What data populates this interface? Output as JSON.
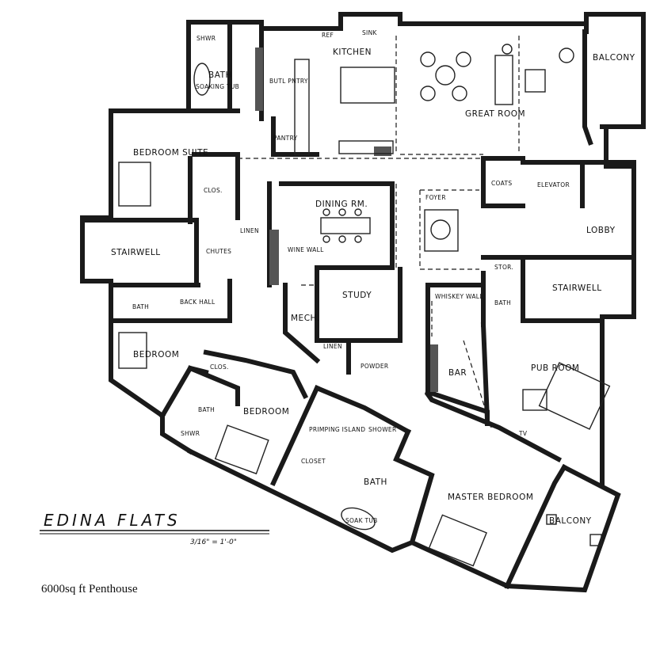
{
  "plan": {
    "title": "EDINA FLATS",
    "scale": "3/16\" = 1'-0\"",
    "caption": "6000sq ft Penthouse"
  },
  "rooms": {
    "shwr": "SHWR",
    "bath_top": "BATH",
    "soaking_tub": "SOAKING TUB",
    "ref": "REF",
    "sink": "SINK",
    "kitchen": "KITCHEN",
    "butl_pntry": "BUTL PNTRY",
    "pantry": "PANTRY",
    "great_room": "GREAT ROOM",
    "balcony_top": "BALCONY",
    "bedroom_suite": "BEDROOM SUITE",
    "clos_suite": "CLOS.",
    "coats": "COATS",
    "elevator": "ELEVATOR",
    "dining_rm": "DINING RM.",
    "foyer": "FOYER",
    "lobby": "LOBBY",
    "stairwell_left": "STAIRWELL",
    "chutes": "CHUTES",
    "linen_upper": "LINEN",
    "wine_wall": "WINE WALL",
    "stor": "STOR.",
    "stairwell_right": "STAIRWELL",
    "bath_left": "BATH",
    "back_hall": "BACK HALL",
    "mech": "MECH.",
    "study": "STUDY",
    "whiskey_wall": "WHISKEY WALL",
    "bath_right": "BATH",
    "bedroom_left": "BEDROOM",
    "linen_lower": "LINEN",
    "powder": "POWDER",
    "bar": "BAR",
    "pub_room": "PUB ROOM",
    "clos_bedroom": "CLOS.",
    "bath_bedroom": "BATH",
    "shwr_bedroom": "SHWR",
    "bedroom_mid": "BEDROOM",
    "primping_island": "PRIMPING ISLAND",
    "closet": "CLOSET",
    "shower_master": "SHOWER",
    "bath_master": "BATH",
    "soak_tub": "SOAK TUB",
    "tv": "TV",
    "master_bedroom": "MASTER BEDROOM",
    "balcony_right": "BALCONY"
  }
}
